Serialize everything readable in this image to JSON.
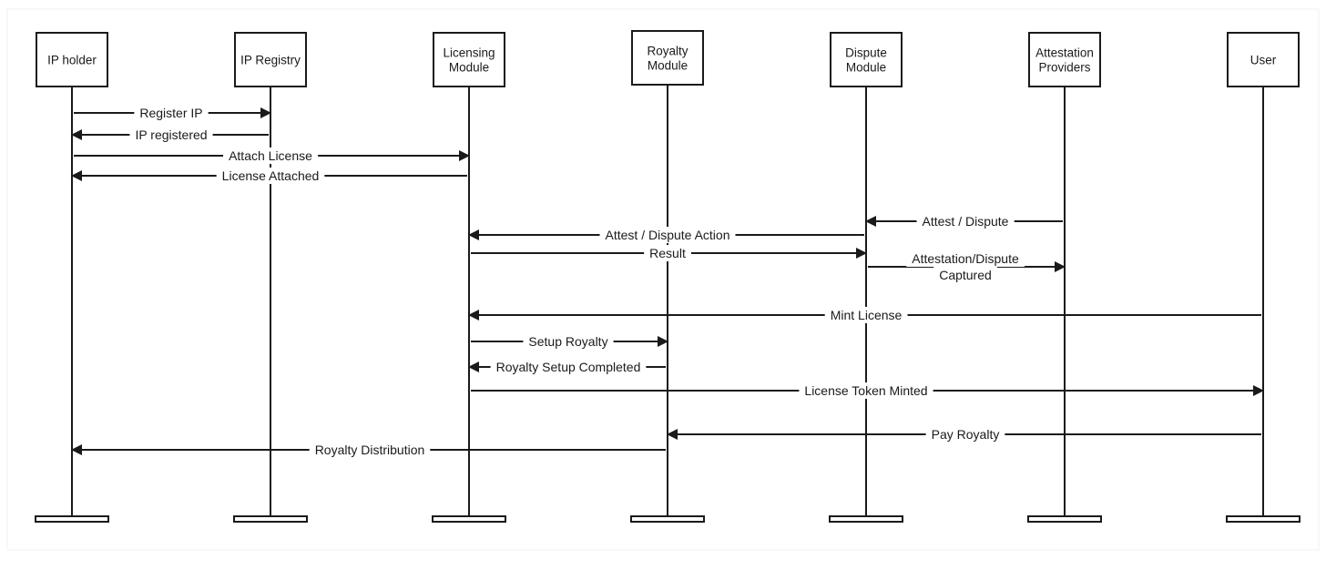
{
  "diagram": {
    "type": "sequence",
    "colors": {
      "stroke": "#1a1a1a",
      "background": "#ffffff",
      "text": "#1a1a1a"
    },
    "participants": [
      {
        "id": "ip_holder",
        "lines": [
          "IP holder"
        ]
      },
      {
        "id": "ip_registry",
        "lines": [
          "IP Registry"
        ]
      },
      {
        "id": "licensing_module",
        "lines": [
          "Licensing",
          "Module"
        ]
      },
      {
        "id": "royalty_module",
        "lines": [
          "Royalty",
          "Module"
        ]
      },
      {
        "id": "dispute_module",
        "lines": [
          "Dispute",
          "Module"
        ]
      },
      {
        "id": "attestation_providers",
        "lines": [
          "Attestation",
          "Providers"
        ]
      },
      {
        "id": "user",
        "lines": [
          "User"
        ]
      }
    ],
    "messages": [
      {
        "from": "ip_holder",
        "to": "ip_registry",
        "lines": [
          "Register IP"
        ]
      },
      {
        "from": "ip_registry",
        "to": "ip_holder",
        "lines": [
          "IP registered"
        ]
      },
      {
        "from": "ip_holder",
        "to": "licensing_module",
        "lines": [
          "Attach License"
        ]
      },
      {
        "from": "licensing_module",
        "to": "ip_holder",
        "lines": [
          "License Attached"
        ]
      },
      {
        "from": "attestation_providers",
        "to": "dispute_module",
        "lines": [
          "Attest / Dispute"
        ]
      },
      {
        "from": "dispute_module",
        "to": "licensing_module",
        "lines": [
          "Attest / Dispute Action"
        ]
      },
      {
        "from": "licensing_module",
        "to": "dispute_module",
        "lines": [
          "Result"
        ]
      },
      {
        "from": "dispute_module",
        "to": "attestation_providers",
        "lines": [
          "Attestation/Dispute",
          "Captured"
        ]
      },
      {
        "from": "user",
        "to": "licensing_module",
        "lines": [
          "Mint License"
        ]
      },
      {
        "from": "licensing_module",
        "to": "royalty_module",
        "lines": [
          "Setup Royalty"
        ]
      },
      {
        "from": "royalty_module",
        "to": "licensing_module",
        "lines": [
          "Royalty Setup Completed"
        ]
      },
      {
        "from": "licensing_module",
        "to": "user",
        "lines": [
          "License Token Minted"
        ]
      },
      {
        "from": "user",
        "to": "royalty_module",
        "lines": [
          "Pay Royalty"
        ]
      },
      {
        "from": "royalty_module",
        "to": "ip_holder",
        "lines": [
          "Royalty Distribution"
        ]
      }
    ]
  }
}
